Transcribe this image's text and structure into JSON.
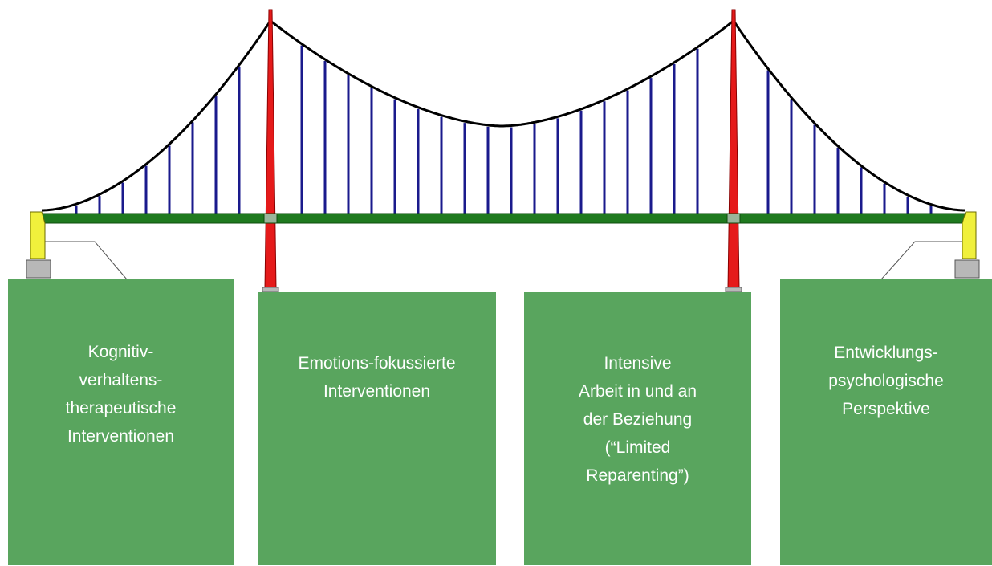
{
  "colors": {
    "cable": "#000000",
    "hanger": "#1a1a8c",
    "tower": "#e51a1a",
    "deck": "#1f7a1f",
    "anchorage": "#f0f03c",
    "foundation": "#b8b8b8",
    "box_fill": "#59a55e",
    "box_text": "#ffffff"
  },
  "pillars": [
    {
      "id": "kognitiv",
      "lines": [
        "Kognitiv-",
        "verhaltens-",
        "therapeutische",
        "Interventionen"
      ]
    },
    {
      "id": "emotion",
      "lines": [
        "Emotions-fokussierte",
        "Interventionen"
      ]
    },
    {
      "id": "beziehung",
      "lines": [
        "Intensive",
        "Arbeit in und an",
        "der Beziehung",
        "(“Limited",
        "Reparenting”)"
      ]
    },
    {
      "id": "entwicklung",
      "lines": [
        "Entwicklungs-",
        "psychologische",
        "Perspektive"
      ]
    }
  ]
}
